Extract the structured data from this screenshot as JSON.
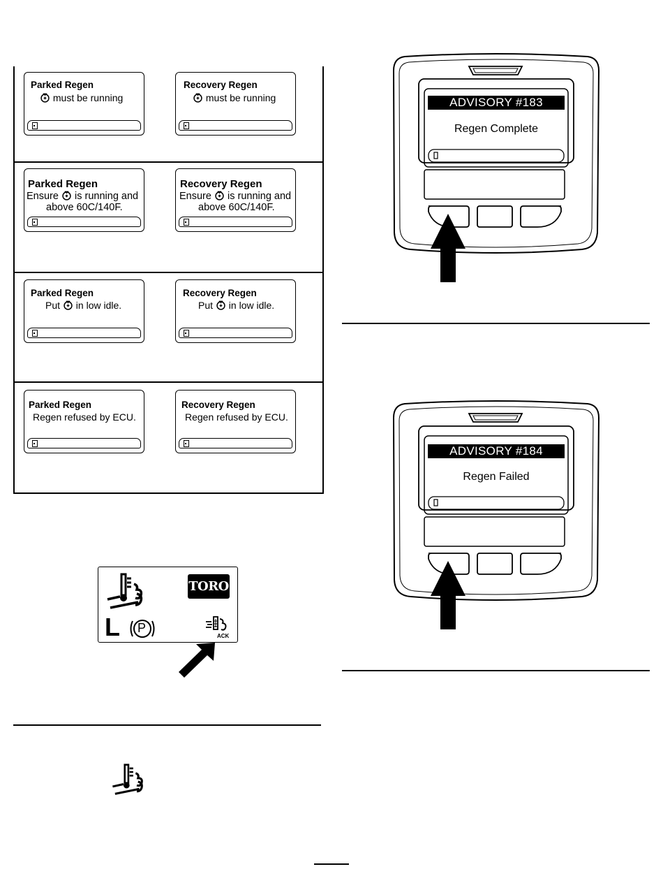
{
  "grid": {
    "rows": [
      {
        "left": {
          "title": "Parked Regen",
          "line1": "must be running",
          "line2": ""
        },
        "right": {
          "title": "Recovery Regen",
          "line1": "must be running",
          "line2": ""
        }
      },
      {
        "left": {
          "title": "Parked Regen",
          "line1a": "Ensure",
          "line1b": "is running and",
          "line2": "above 60C/140F."
        },
        "right": {
          "title": "Recovery Regen",
          "line1a": "Ensure",
          "line1b": "is running and",
          "line2": "above 60C/140F."
        }
      },
      {
        "left": {
          "title": "Parked Regen",
          "line1a": "Put",
          "line1b": "in low idle."
        },
        "right": {
          "title": "Recovery Regen",
          "line1a": "Put",
          "line1b": "in low idle."
        }
      },
      {
        "left": {
          "title": "Parked Regen",
          "line1": "Regen refused by ECU."
        },
        "right": {
          "title": "Recovery Regen",
          "line1": "Regen refused by ECU."
        }
      }
    ]
  },
  "devices": [
    {
      "header": "ADVISORY #183",
      "message": "Regen Complete"
    },
    {
      "header": "ADVISORY #184",
      "message": "Regen Failed"
    }
  ],
  "info_center": {
    "logo": "TORO",
    "gear": "L",
    "park": "P",
    "ack": "ACK"
  },
  "icons": {
    "engine": "engine-icon",
    "door": "door-exit-icon",
    "exhaust_temp": "exhaust-temperature-icon",
    "park_brake": "parking-brake-icon",
    "regen_ack": "regen-ack-icon",
    "arrow": "pointer-arrow-icon"
  }
}
